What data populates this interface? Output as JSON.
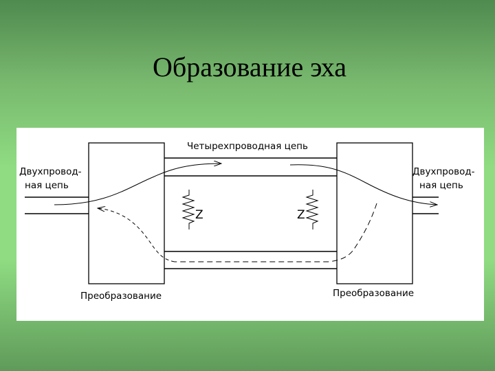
{
  "slide": {
    "title": "Образование эха"
  },
  "diagram": {
    "four_wire_label": "Четырехпроводная цепь",
    "left_two_wire_line1": "Двухпровод-",
    "left_two_wire_line2": "ная цепь",
    "right_two_wire_line1": "Двухпровод-",
    "right_two_wire_line2": "ная цепь",
    "impedance_left": "Z",
    "impedance_right": "Z",
    "converter_left_label": "Преобразование",
    "converter_right_label": "Преобразование"
  }
}
